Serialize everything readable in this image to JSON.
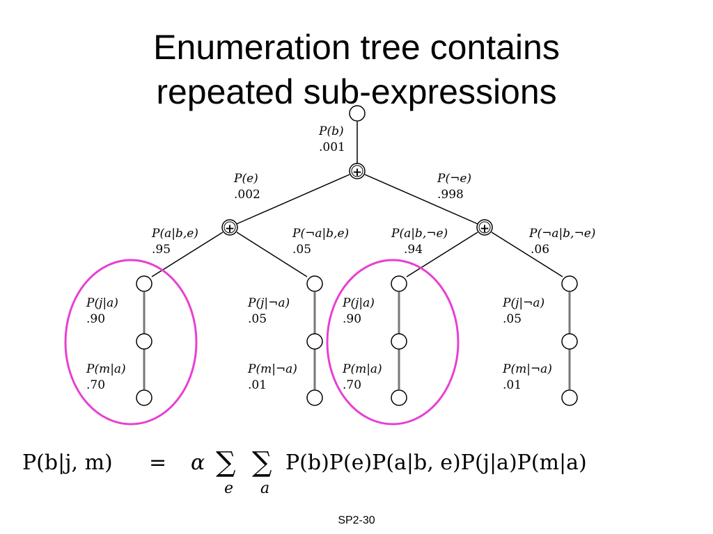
{
  "title": {
    "line1": "Enumeration tree contains",
    "line2": "repeated sub-expressions"
  },
  "tree": {
    "root": {
      "label": "P(b)",
      "value": ".001"
    },
    "edges": {
      "e": {
        "label": "P(e)",
        "value": ".002"
      },
      "not_e": {
        "label": "P(¬e)",
        "value": ".998"
      },
      "a_given_b_e": {
        "label": "P(a|b,e)",
        "value": ".95"
      },
      "not_a_given_b_e": {
        "label": "P(¬a|b,e)",
        "value": ".05"
      },
      "a_given_b_not_e": {
        "label": "P(a|b,¬e)",
        "value": ".94"
      },
      "not_a_given_b_not_e": {
        "label": "P(¬a|b,¬e)",
        "value": ".06"
      }
    },
    "leaves": [
      {
        "j_label": "P(j|a)",
        "j_value": ".90",
        "m_label": "P(m|a)",
        "m_value": ".70"
      },
      {
        "j_label": "P(j|¬a)",
        "j_value": ".05",
        "m_label": "P(m|¬a)",
        "m_value": ".01"
      },
      {
        "j_label": "P(j|a)",
        "j_value": ".90",
        "m_label": "P(m|a)",
        "m_value": ".70"
      },
      {
        "j_label": "P(j|¬a)",
        "j_value": ".05",
        "m_label": "P(m|¬a)",
        "m_value": ".01"
      }
    ],
    "sum_node_symbol": "+",
    "highlight_color": "#e83fd3"
  },
  "formula": {
    "lhs": "P(b|j, m)",
    "equals": "=",
    "alpha": "α",
    "sum_symbol": "∑",
    "sum_index_1": "e",
    "sum_index_2": "a",
    "rhs": "P(b)P(e)P(a|b, e)P(j|a)P(m|a)"
  },
  "footer": "SP2-30"
}
